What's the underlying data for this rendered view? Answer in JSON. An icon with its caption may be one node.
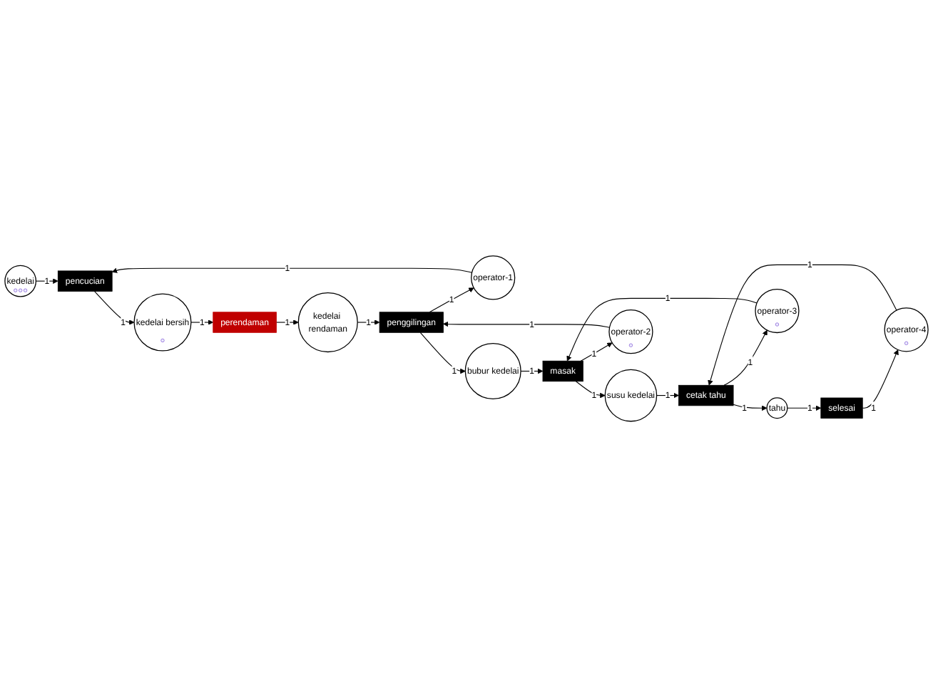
{
  "diagram": {
    "nodes": [
      {
        "text": [
          "kedelai"
        ]
      },
      {
        "text": [
          "pencucian"
        ]
      },
      {
        "text": [
          "kedelai bersih"
        ]
      },
      {
        "text": [
          "operator-1"
        ]
      },
      {
        "text": [
          "perendaman"
        ]
      },
      {
        "text": [
          "kedelai rendaman"
        ]
      },
      {
        "text": [
          "bubur kedelai"
        ]
      },
      {
        "text": [
          "susu kedelai"
        ]
      },
      {
        "text": [
          "tahu"
        ]
      },
      {
        "text": [
          "penggilingan"
        ]
      },
      {
        "text": [
          "masak"
        ]
      },
      {
        "text": [
          "cetak tahu"
        ]
      },
      {
        "text": [
          "selesai"
        ]
      },
      {
        "text": [
          "operator-2"
        ]
      },
      {
        "text": [
          "operator-3"
        ]
      },
      {
        "text": [
          "operator-4"
        ]
      }
    ],
    "edges": [
      {
        "from": 0,
        "to": 1,
        "arrow": "to",
        "label": "1"
      },
      {
        "from": 1,
        "to": 2,
        "arrow": "to",
        "label": "1"
      },
      {
        "from": 3,
        "to": 1,
        "arrow": "to",
        "label": "1"
      },
      {
        "from": 2,
        "to": 4,
        "arrow": "to",
        "label": "1"
      },
      {
        "from": 4,
        "to": 5,
        "arrow": "to",
        "label": "1"
      },
      {
        "from": 9,
        "to": 3,
        "arrow": "to",
        "label": "1"
      },
      {
        "from": 5,
        "to": 9,
        "arrow": "to",
        "label": "1"
      },
      {
        "from": 9,
        "to": 6,
        "arrow": "to",
        "label": "1"
      },
      {
        "from": 6,
        "to": 10,
        "arrow": "to",
        "label": "1"
      },
      {
        "from": 13,
        "to": 9,
        "arrow": "to",
        "label": "1"
      },
      {
        "from": 10,
        "to": 13,
        "arrow": "to",
        "label": "1"
      },
      {
        "from": 10,
        "to": 7,
        "arrow": "to",
        "label": "1"
      },
      {
        "from": 7,
        "to": 11,
        "arrow": "to",
        "label": "1"
      },
      {
        "from": 14,
        "to": 10,
        "arrow": "to",
        "label": "1"
      },
      {
        "from": 11,
        "to": 14,
        "arrow": "to",
        "label": "1"
      },
      {
        "from": 11,
        "to": 8,
        "arrow": "to",
        "label": "1"
      },
      {
        "from": 8,
        "to": 12,
        "arrow": "to",
        "label": "1"
      },
      {
        "from": 15,
        "to": 11,
        "arrow": "to",
        "label": "1"
      },
      {
        "from": 12,
        "to": 15,
        "arrow": "to",
        "label": "1"
      }
    ]
  }
}
